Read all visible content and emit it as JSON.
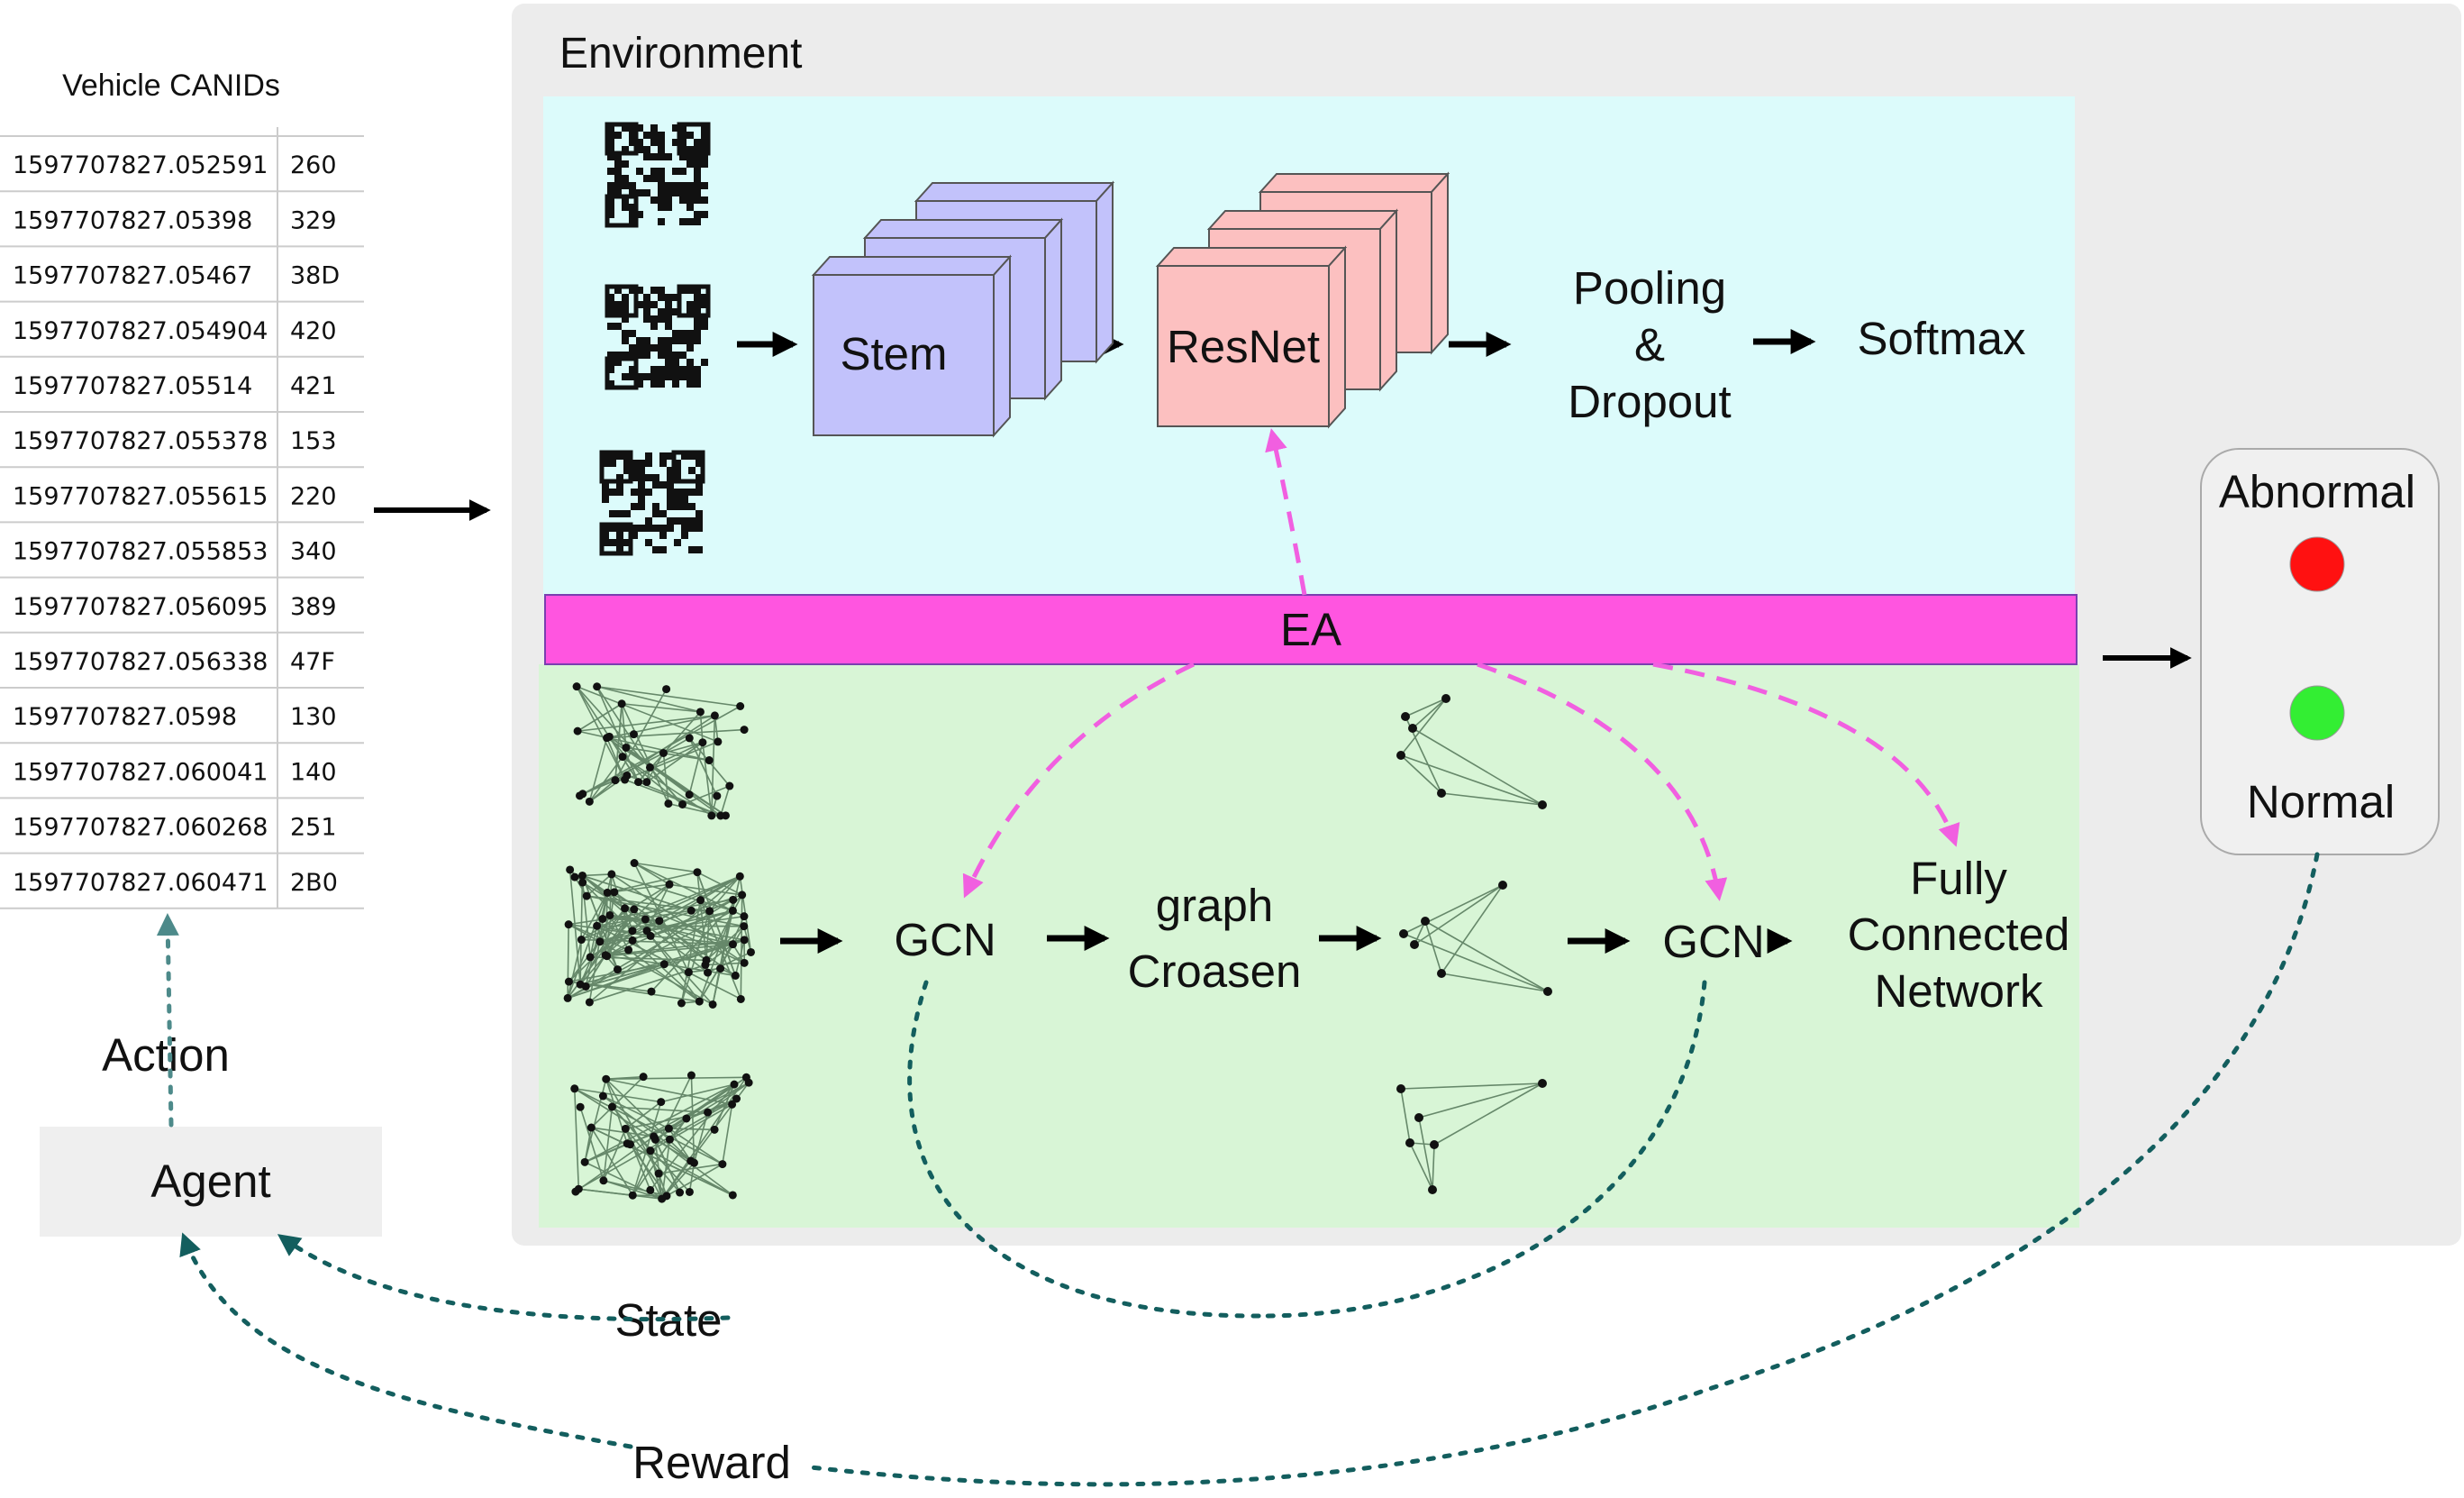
{
  "colors": {
    "environment_bg": "#ececec",
    "cnn_panel": "#dcfbfb",
    "gcn_panel": "#d8f5d6",
    "ea_bar": "#ff55e0",
    "stem_block": "#c2c2fb",
    "resnet_block": "#fcc0c0",
    "attention_arrow": "#f15fe0",
    "rl_arrow": "#135e5e",
    "abnormal_light": "#ff1111",
    "normal_light": "#33ee33",
    "graph_edge": "#66886a"
  },
  "table": {
    "title": "Vehicle CANIDs",
    "rows": [
      [
        "1597707827.052591",
        "260"
      ],
      [
        "1597707827.05398",
        "329"
      ],
      [
        "1597707827.05467",
        "38D"
      ],
      [
        "1597707827.054904",
        "420"
      ],
      [
        "1597707827.05514",
        "421"
      ],
      [
        "1597707827.055378",
        "153"
      ],
      [
        "1597707827.055615",
        "220"
      ],
      [
        "1597707827.055853",
        "340"
      ],
      [
        "1597707827.056095",
        "389"
      ],
      [
        "1597707827.056338",
        "47F"
      ],
      [
        "1597707827.0598",
        "130"
      ],
      [
        "1597707827.060041",
        "140"
      ],
      [
        "1597707827.060268",
        "251"
      ],
      [
        "1597707827.060471",
        "2B0"
      ]
    ]
  },
  "environment": {
    "title": "Environment",
    "cnn": {
      "stem": "Stem",
      "resnet": "ResNet",
      "pooling": [
        "Pooling",
        "&",
        "Dropout"
      ],
      "softmax": "Softmax"
    },
    "ea": "EA",
    "gcn": {
      "gcn1": "GCN",
      "coarsen": [
        "graph",
        "Croasen"
      ],
      "gcn2": "GCN",
      "fc": [
        "Fully",
        "Connected",
        "Network"
      ]
    }
  },
  "output": {
    "abnormal": "Abnormal",
    "normal": "Normal"
  },
  "rl": {
    "agent": "Agent",
    "action": "Action",
    "state": "State",
    "reward": "Reward"
  }
}
